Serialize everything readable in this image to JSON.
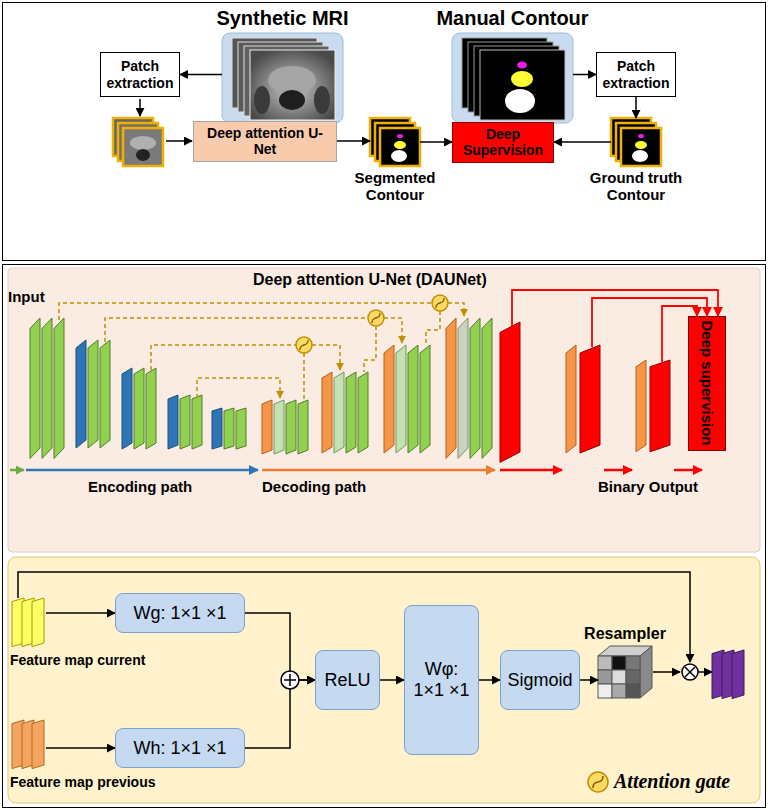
{
  "diagram": {
    "nodes": [
      {
        "text": [
          "Synthetic MRI"
        ]
      },
      {
        "text": [
          "Manual Contour"
        ]
      },
      {
        "text": [
          "Patch extraction"
        ]
      },
      {
        "text": [
          "Patch extraction"
        ]
      },
      {
        "text": [
          "Deep attention U-Net"
        ]
      },
      {
        "text": [
          "Segmented Contour"
        ]
      },
      {
        "text": [
          "Deep Supervision"
        ]
      },
      {
        "text": [
          "Ground truth Contour"
        ]
      },
      {
        "text": [
          "Deep supervision"
        ]
      },
      {
        "text": [
          "Feature map current"
        ]
      },
      {
        "text": [
          "Wg: 1×1 ×1"
        ]
      },
      {
        "text": [
          "Feature map previous"
        ]
      },
      {
        "text": [
          "Wh: 1×1 ×1"
        ]
      },
      {
        "text": [
          "ReLU"
        ]
      },
      {
        "text": [
          "Wφ: 1×1 ×1"
        ]
      },
      {
        "text": [
          "Sigmoid"
        ]
      },
      {
        "text": [
          "Resampler"
        ]
      }
    ],
    "edges": [
      {
        "from": 0,
        "to": 2,
        "arrow": "to"
      },
      {
        "from": 1,
        "to": 3,
        "arrow": "to"
      },
      {
        "from": 3,
        "to": 7,
        "arrow": "to"
      },
      {
        "from": 4,
        "to": 5,
        "arrow": "to"
      },
      {
        "from": 5,
        "to": 6,
        "arrow": "to"
      },
      {
        "from": 7,
        "to": 6,
        "arrow": "to"
      },
      {
        "from": 9,
        "to": 10,
        "arrow": "to"
      },
      {
        "from": 11,
        "to": 12,
        "arrow": "to"
      },
      {
        "from": 10,
        "to": 13,
        "arrow": "to"
      },
      {
        "from": 12,
        "to": 13,
        "arrow": "to"
      },
      {
        "from": 13,
        "to": 14,
        "arrow": "to"
      },
      {
        "from": 14,
        "to": 15,
        "arrow": "to"
      },
      {
        "from": 15,
        "to": 16,
        "arrow": "to"
      }
    ],
    "labels": [
      "Deep attention U-Net (DAUNet)",
      "Input",
      "Encoding path",
      "Decoding path",
      "Binary Output"
    ],
    "legend": [
      {
        "text": "Attention gate"
      }
    ]
  }
}
